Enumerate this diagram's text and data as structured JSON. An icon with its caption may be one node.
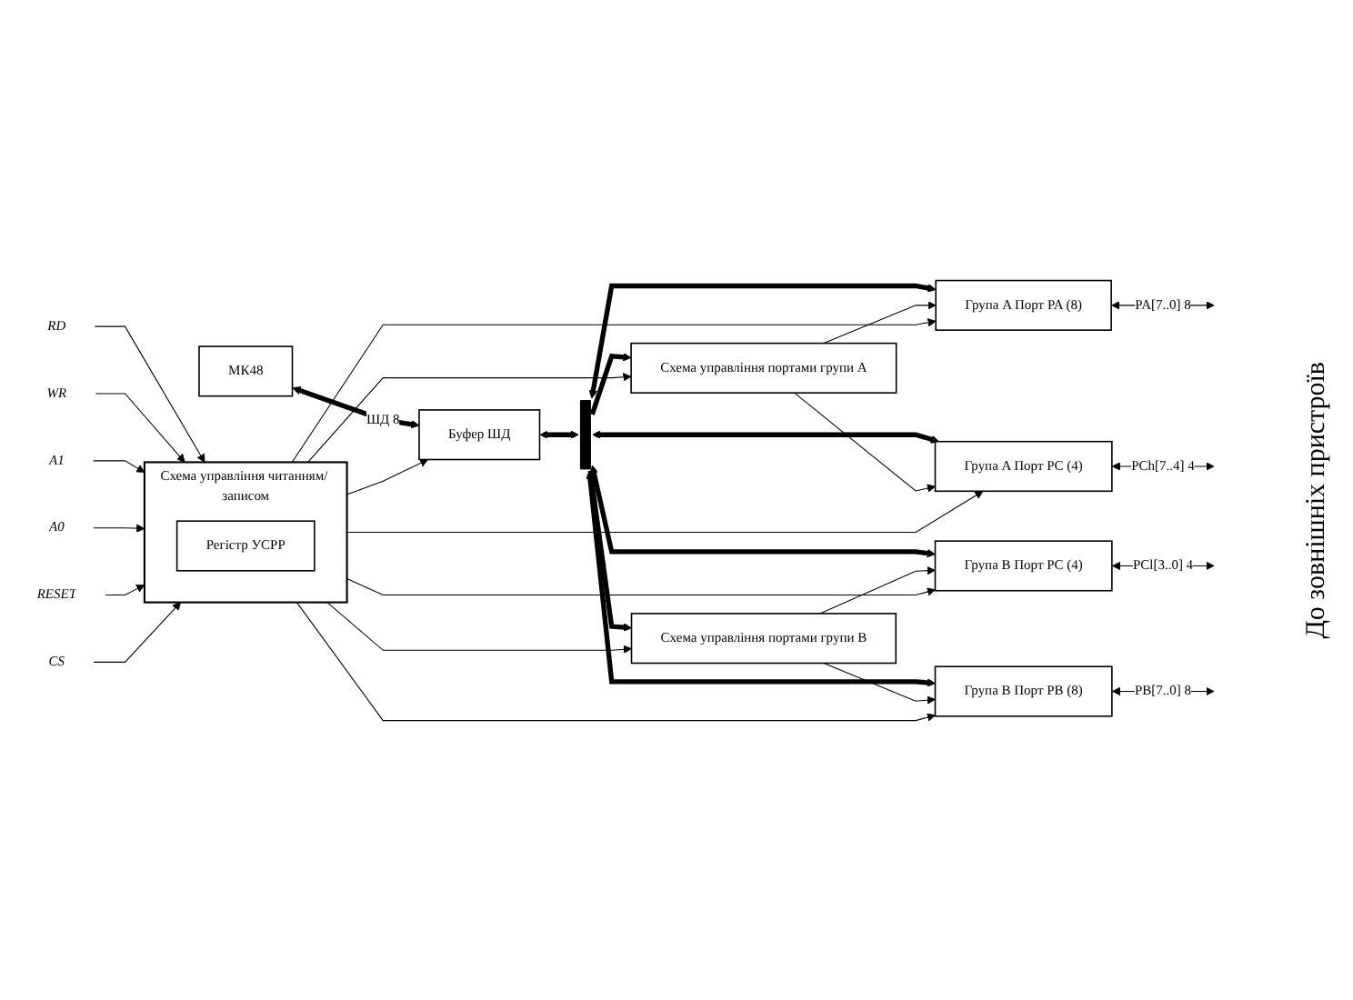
{
  "diagram": {
    "nodes": [
      {
        "text": [
          "МК48"
        ]
      },
      {
        "text": [
          "Буфер ШД"
        ]
      },
      {
        "text": [],
        "shape": "bar"
      },
      {
        "text": [
          "Схема управління портами групи A"
        ]
      },
      {
        "text": [
          "Схема управління читанням/ записом"
        ]
      },
      {
        "text": [
          "Регістр УСРР"
        ],
        "in": 4
      },
      {
        "text": [
          "Схема управління портами групи B"
        ]
      },
      {
        "text": [
          "Група A Порт PA (8)"
        ]
      },
      {
        "text": [
          "Група A Порт PC (4)"
        ]
      },
      {
        "text": [
          "Група B Порт PC (4)"
        ]
      },
      {
        "text": [
          "Група B Порт PB (8)"
        ]
      },
      {
        "text": [
          "RD"
        ]
      },
      {
        "text": [
          "WR"
        ]
      },
      {
        "text": [
          "A1"
        ]
      },
      {
        "text": [
          "A0"
        ]
      },
      {
        "text": [
          "RESET"
        ]
      },
      {
        "text": [
          "CS"
        ]
      }
    ],
    "edges": [
      {
        "from": 0,
        "to": 1,
        "arrow": "both",
        "label": "ШД 8",
        "style": "thick"
      },
      {
        "from": 1,
        "to": 2,
        "arrow": "both",
        "style": "thick"
      },
      {
        "from": 4,
        "to": 1,
        "arrow": "to"
      },
      {
        "from": 2,
        "to": 3,
        "arrow": "to",
        "style": "thick"
      },
      {
        "from": 2,
        "to": 6,
        "arrow": "to",
        "style": "thick"
      },
      {
        "from": 11,
        "to": 4,
        "arrow": "to"
      },
      {
        "from": 12,
        "to": 4,
        "arrow": "to"
      },
      {
        "from": 13,
        "to": 4,
        "arrow": "to"
      },
      {
        "from": 14,
        "to": 4,
        "arrow": "to"
      },
      {
        "from": 15,
        "to": 4,
        "arrow": "to"
      },
      {
        "from": 16,
        "to": 4,
        "arrow": "to"
      },
      {
        "from": 4,
        "to": 3,
        "arrow": "to"
      },
      {
        "from": 4,
        "to": 6,
        "arrow": "to"
      },
      {
        "from": 2,
        "to": 7,
        "arrow": "both",
        "style": "thick"
      },
      {
        "from": 2,
        "to": 8,
        "arrow": "both",
        "style": "thick"
      },
      {
        "from": 2,
        "to": 9,
        "arrow": "both",
        "style": "thick"
      },
      {
        "from": 2,
        "to": 10,
        "arrow": "both",
        "style": "thick"
      },
      {
        "from": 3,
        "to": 7,
        "arrow": "to"
      },
      {
        "from": 3,
        "to": 8,
        "arrow": "to"
      },
      {
        "from": 6,
        "to": 9,
        "arrow": "to"
      },
      {
        "from": 6,
        "to": 10,
        "arrow": "to"
      },
      {
        "from": 4,
        "to": 7,
        "arrow": "to"
      },
      {
        "from": 4,
        "to": 8,
        "arrow": "to"
      },
      {
        "from": 4,
        "to": 9,
        "arrow": "to"
      },
      {
        "from": 4,
        "to": 10,
        "arrow": "to"
      },
      {
        "from": 7,
        "to": null,
        "arrow": "both",
        "label": "PA[7..0] 8"
      },
      {
        "from": 8,
        "to": null,
        "arrow": "both",
        "label": "PCh[7..4] 4"
      },
      {
        "from": 9,
        "to": null,
        "arrow": "both",
        "label": "PCl[3..0] 4"
      },
      {
        "from": 10,
        "to": null,
        "arrow": "both",
        "label": "PB[7..0] 8"
      }
    ],
    "labels": [
      "До зовнішніх пристроїв"
    ]
  }
}
